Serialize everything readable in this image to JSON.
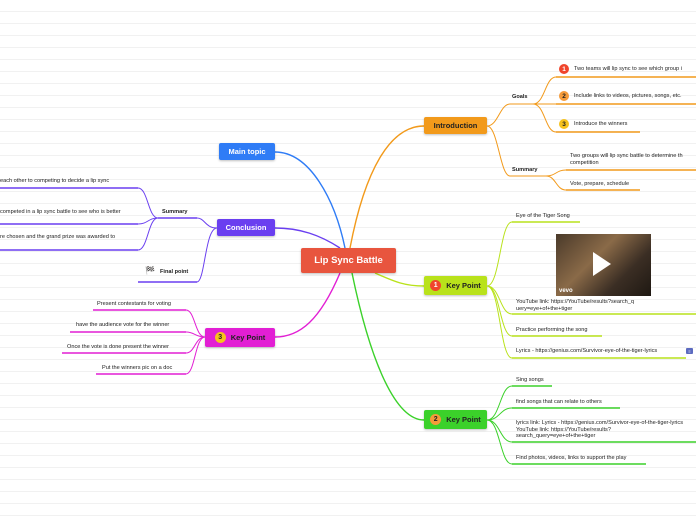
{
  "central": "Lip Sync Battle",
  "main_topic": "Main topic",
  "introduction": {
    "label": "Introduction",
    "goals": {
      "label": "Goals",
      "items": [
        {
          "num": "1",
          "text": "Two teams will lip sync to see which group i"
        },
        {
          "num": "2",
          "text": "Include links to videos, pictures, songs, etc."
        },
        {
          "num": "3",
          "text": "Introduce the winners"
        }
      ]
    },
    "summary": {
      "label": "Summary",
      "items": [
        "Two groups will lip sync battle to determine th competition",
        "Vote, prepare, schedule"
      ]
    }
  },
  "key_point_1": {
    "num": "1",
    "label": "Key Point",
    "items": [
      "Eye of the Tiger Song",
      "YouTube link: https://YouTube/results?search_query=eye+of+the+tiger",
      "Practice performing the song",
      "Lyrics - https://genius.com/Survivor-eye-of-the-tiger-lyrics"
    ],
    "video_brand": "vevo"
  },
  "key_point_2": {
    "num": "2",
    "label": "Key Point",
    "items": [
      "Sing songs",
      "find songs that can relate to others",
      "lyrics link: Lyrics - https://genius.com/Survivor-eye-of-the-tiger-lyrics     YouTube link: https://YouTube/results?search_query=eye+of+the+tiger",
      "Find photos, videos, links to support the play"
    ]
  },
  "conclusion": {
    "label": "Conclusion",
    "summary": {
      "label": "Summary",
      "items": [
        "each other to competing to decide a lip sync",
        "competed in a lip sync battle to see who is better",
        "re chosen and the grand prize was awarded to"
      ]
    },
    "final_point": "Final point"
  },
  "key_point_3": {
    "num": "3",
    "label": "Key Point",
    "items": [
      "Present contestants for voting",
      "have the audience vote for the winner",
      "Once the vote is done present the winner",
      "Put the winners pic on a doc"
    ]
  },
  "colors": {
    "central": "#e8553e",
    "main_topic": "#2f7cf6",
    "introduction": "#f29a1b",
    "conclusion": "#6a3ff0",
    "key_point_1": "#b9e21b",
    "key_point_2": "#3bd12a",
    "key_point_3": "#e21fd4",
    "badge_1": "#f0452c",
    "badge_2": "#f59b3a",
    "badge_3": "#f6c21d"
  }
}
